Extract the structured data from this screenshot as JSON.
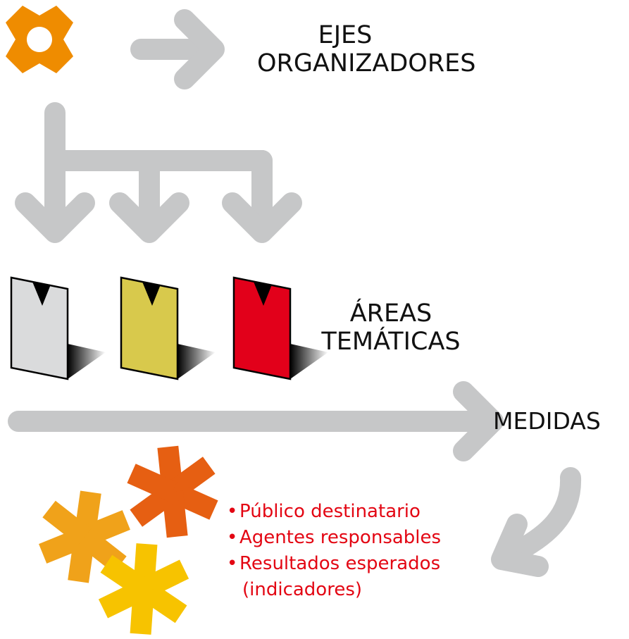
{
  "labels": {
    "ejes": [
      "EJES",
      "ORGANIZADORES"
    ],
    "areas": [
      "ÁREAS",
      "TEMÁTICAS"
    ],
    "medidas": "MEDIDAS"
  },
  "bullets": {
    "marker": "•",
    "items": [
      "Público destinatario",
      "Agentes responsables",
      "Resultados esperados"
    ],
    "continuation": "(indicadores)"
  },
  "colors": {
    "arrow": "#c6c7c8",
    "ejes_icon": "#ef8c00",
    "card_grey": "#dadbdc",
    "card_yellow": "#d8c94c",
    "card_red": "#e2001a",
    "asterisk_1": "#f0a21a",
    "asterisk_2": "#e65f12",
    "asterisk_3": "#f7c300",
    "bullet_text": "#e30613"
  },
  "icons": [
    "ejes-organizadores-icon",
    "area-card-icon",
    "asterisk-icon"
  ]
}
